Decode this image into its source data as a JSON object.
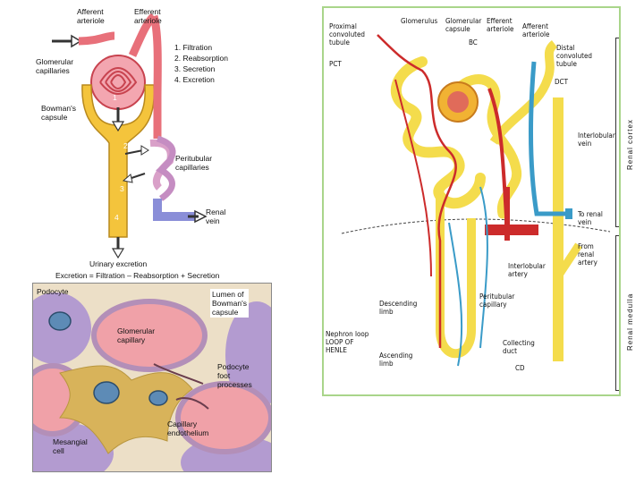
{
  "nephron_process": {
    "labels": {
      "afferent": "Afferent\narteriole",
      "efferent": "Efferent\narteriole",
      "glomerular_capillaries": "Glomerular\ncapillaries",
      "bowmans_capsule": "Bowman's\ncapsule",
      "peritubular": "Peritubular\ncapillaries",
      "renal_vein": "Renal\nvein",
      "urinary_excretion": "Urinary excretion",
      "equation": "Excretion = Filtration – Reabsorption + Secretion"
    },
    "steps": [
      "1. Filtration",
      "2. Reabsorption",
      "3. Secretion",
      "4. Excretion"
    ],
    "markers": [
      "1",
      "2",
      "3",
      "4"
    ]
  },
  "glomerulus_micro": {
    "labels": {
      "podocyte": "Podocyte",
      "lumen": "Lumen of\nBowman's\ncapsule",
      "glomerular_capillary": "Glomerular\ncapillary",
      "podocyte_foot": "Podocyte\nfoot\nprocesses",
      "capillary_endothelium": "Capillary\nendothelium",
      "mesangial": "Mesangial\ncell"
    }
  },
  "nephron_anatomy": {
    "labels": {
      "pct": "Proximal\nconvoluted\ntubule",
      "pct_abbr": "PCT",
      "glomerulus": "Glomerulus",
      "glom_capsule": "Glomerular\ncapsule",
      "bc": "BC",
      "efferent": "Efferent\narteriole",
      "afferent": "Afferent\narteriole",
      "dct": "Distal\nconvoluted\ntubule",
      "dct_abbr": "DCT",
      "interlobular_vein": "Interlobular\nvein",
      "to_renal_vein": "To renal\nvein",
      "from_renal_artery": "From\nrenal\nartery",
      "interlobular_artery": "Interlobular\nartery",
      "peritubular_capillary": "Peritubular\ncapillary",
      "descending": "Descending\nlimb",
      "nephron_loop": "Nephron loop\nLOOP OF\nHENLE",
      "ascending": "Ascending\nlimb",
      "collecting_duct": "Collecting\nduct",
      "cd": "CD",
      "renal_cortex": "Renal cortex",
      "renal_medulla": "Renal medulla"
    }
  }
}
